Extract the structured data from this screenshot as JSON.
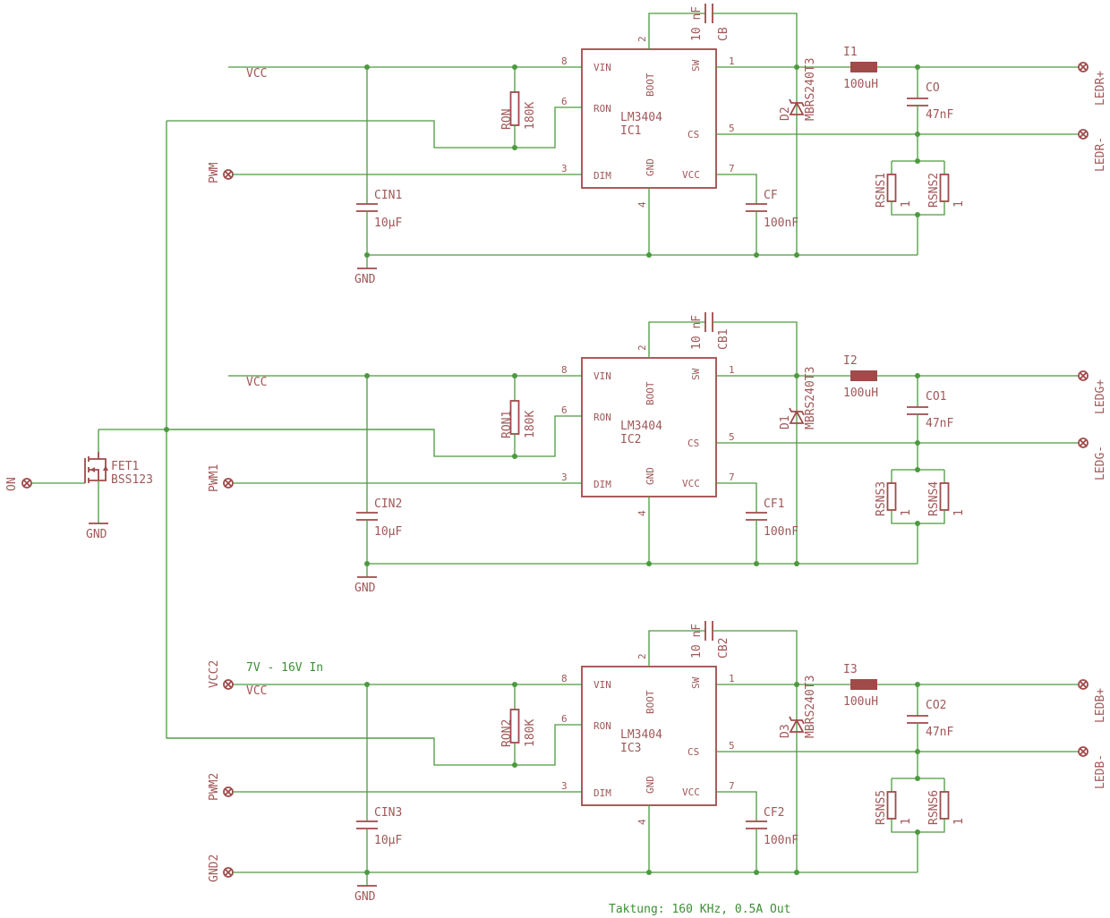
{
  "notes": {
    "input_range": "7V - 16V In",
    "footer": "Taktung: 160 KHz, 0.5A Out"
  },
  "ic_pin_labels": {
    "vin": "VIN",
    "ron": "RON",
    "dim": "DIM",
    "boot": "BOOT",
    "sw": "SW",
    "cs": "CS",
    "gnd": "GND",
    "vcc": "VCC"
  },
  "pin_numbers": {
    "vin": "8",
    "ron": "6",
    "dim": "3",
    "boot": "2",
    "sw": "1",
    "cs": "5",
    "vcc": "7",
    "gnd": "4"
  },
  "fet": {
    "name": "FET1",
    "value": "BSS123",
    "gnd": "GND",
    "input": "ON"
  },
  "stages": [
    {
      "ic_name": "IC1",
      "ic_value": "LM3404",
      "vcc_label": "VCC",
      "vcc_port": "",
      "pwm": "PWM",
      "gnd_port": "",
      "gnd": "GND",
      "cin": "CIN1",
      "cin_val": "10µF",
      "ron": "RON",
      "ron_val": "180K",
      "cb": "CB",
      "cb_val": "10 nF",
      "cf": "CF",
      "cf_val": "100nF",
      "diode": "D2",
      "diode_val": "MBRS240T3",
      "inductor": "I1",
      "inductor_val": "100uH",
      "co": "CO",
      "co_val": "47nF",
      "rsns_a": "RSNS1",
      "rsns_b": "RSNS2",
      "rsns_val": "1",
      "led_plus": "LEDR+",
      "led_minus": "LEDR-"
    },
    {
      "ic_name": "IC2",
      "ic_value": "LM3404",
      "vcc_label": "VCC",
      "vcc_port": "",
      "pwm": "PWM1",
      "gnd_port": "",
      "gnd": "GND",
      "cin": "CIN2",
      "cin_val": "10µF",
      "ron": "RON1",
      "ron_val": "180K",
      "cb": "CB1",
      "cb_val": "10 nF",
      "cf": "CF1",
      "cf_val": "100nF",
      "diode": "D1",
      "diode_val": "MBRS240T3",
      "inductor": "I2",
      "inductor_val": "100uH",
      "co": "CO1",
      "co_val": "47nF",
      "rsns_a": "RSNS3",
      "rsns_b": "RSNS4",
      "rsns_val": "1",
      "led_plus": "LEDG+",
      "led_minus": "LEDG-"
    },
    {
      "ic_name": "IC3",
      "ic_value": "LM3404",
      "vcc_label": "VCC",
      "vcc_port": "VCC2",
      "pwm": "PWM2",
      "gnd_port": "GND2",
      "gnd": "GND",
      "cin": "CIN3",
      "cin_val": "10µF",
      "ron": "RON2",
      "ron_val": "180K",
      "cb": "CB2",
      "cb_val": "10 nF",
      "cf": "CF2",
      "cf_val": "100nF",
      "diode": "D3",
      "diode_val": "MBRS240T3",
      "inductor": "I3",
      "inductor_val": "100uH",
      "co": "CO2",
      "co_val": "47nF",
      "rsns_a": "RSNS5",
      "rsns_b": "RSNS6",
      "rsns_val": "1",
      "led_plus": "LEDB+",
      "led_minus": "LEDB-"
    }
  ]
}
